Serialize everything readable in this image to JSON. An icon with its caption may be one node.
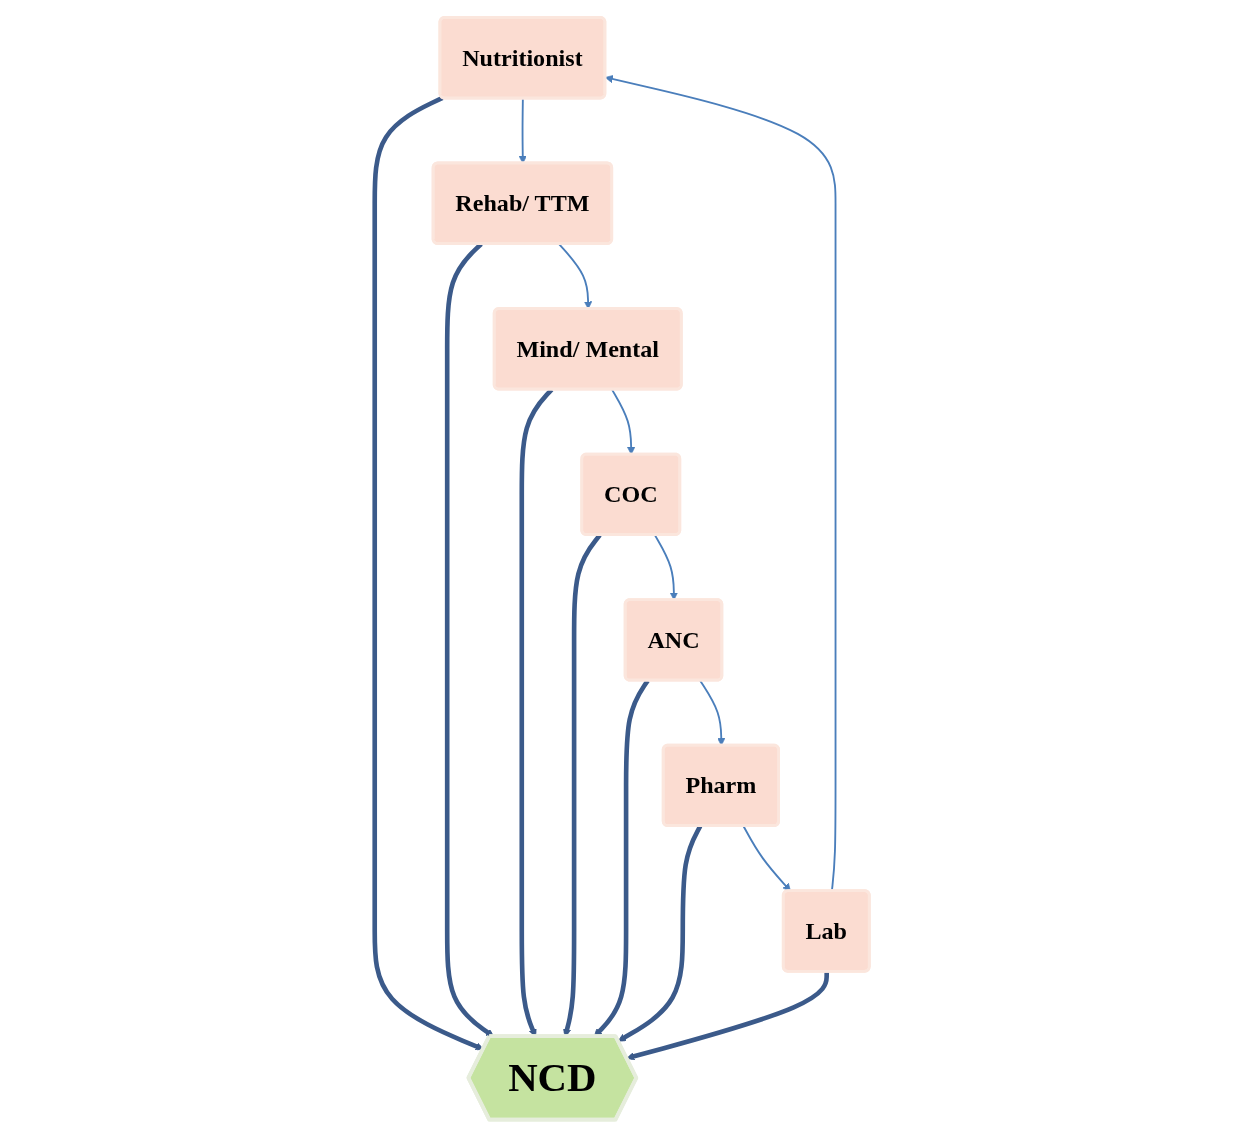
{
  "diagram": {
    "nodes": [
      {
        "text": [
          "NCD"
        ]
      },
      {
        "text": [
          "Nutritionist"
        ]
      },
      {
        "text": [
          "Rehab/ TTM"
        ]
      },
      {
        "text": [
          "Mind/ Mental"
        ]
      },
      {
        "text": [
          "COC"
        ]
      },
      {
        "text": [
          "ANC"
        ]
      },
      {
        "text": [
          "Pharm"
        ]
      },
      {
        "text": [
          "Lab"
        ]
      }
    ],
    "edges": [
      {
        "from": 7,
        "to": 1,
        "arrow": "to"
      },
      {
        "from": 1,
        "to": 2,
        "arrow": "to"
      },
      {
        "from": 2,
        "to": 3,
        "arrow": "to"
      },
      {
        "from": 3,
        "to": 4,
        "arrow": "to"
      },
      {
        "from": 4,
        "to": 5,
        "arrow": "to"
      },
      {
        "from": 5,
        "to": 6,
        "arrow": "to"
      },
      {
        "from": 6,
        "to": 7,
        "arrow": "to"
      },
      {
        "from": 1,
        "to": 0,
        "arrow": "to",
        "style": "thick",
        "color": "#3b5a8a"
      },
      {
        "from": 2,
        "to": 0,
        "arrow": "to",
        "style": "thick",
        "color": "#3b5a8a"
      },
      {
        "from": 3,
        "to": 0,
        "arrow": "to",
        "style": "thick",
        "color": "#3b5a8a"
      },
      {
        "from": 4,
        "to": 0,
        "arrow": "to",
        "style": "thick",
        "color": "#3b5a8a"
      },
      {
        "from": 5,
        "to": 0,
        "arrow": "to",
        "style": "thick",
        "color": "#3b5a8a"
      },
      {
        "from": 6,
        "to": 0,
        "arrow": "to",
        "style": "thick",
        "color": "#3b5a8a"
      },
      {
        "from": 7,
        "to": 0,
        "arrow": "to",
        "style": "thick",
        "color": "#3b5a8a"
      }
    ]
  }
}
